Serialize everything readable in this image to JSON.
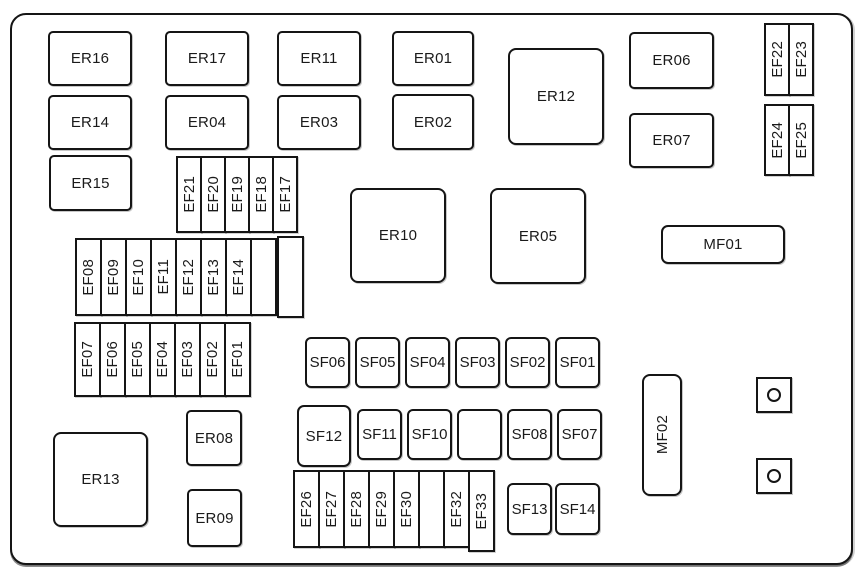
{
  "relays": {
    "er01": "ER01",
    "er02": "ER02",
    "er03": "ER03",
    "er04": "ER04",
    "er05": "ER05",
    "er06": "ER06",
    "er07": "ER07",
    "er08": "ER08",
    "er09": "ER09",
    "er10": "ER10",
    "er11": "ER11",
    "er12": "ER12",
    "er13": "ER13",
    "er14": "ER14",
    "er15": "ER15",
    "er16": "ER16",
    "er17": "ER17"
  },
  "mega_fuses": {
    "mf01": "MF01",
    "mf02": "MF02"
  },
  "fuse_strips": {
    "top": [
      "EF21",
      "EF20",
      "EF19",
      "EF18",
      "EF17"
    ],
    "mid_upper": [
      "EF08",
      "EF09",
      "EF10",
      "EF11",
      "EF12",
      "EF13",
      "EF14",
      ""
    ],
    "mid_lower": [
      "EF07",
      "EF06",
      "EF05",
      "EF04",
      "EF03",
      "EF02",
      "EF01"
    ],
    "pair_upper": [
      "EF22",
      "EF23"
    ],
    "pair_lower": [
      "EF24",
      "EF25"
    ],
    "bottom": [
      "EF26",
      "EF27",
      "EF28",
      "EF29",
      "EF30",
      "",
      "EF32",
      "EF33"
    ]
  },
  "sf_fuses": {
    "row1": [
      "SF06",
      "SF05",
      "SF04",
      "SF03",
      "SF02",
      "SF01"
    ],
    "row2_large": "SF12",
    "row2": [
      "SF11",
      "SF10",
      "",
      "SF08",
      "SF07"
    ],
    "row3": [
      "SF13",
      "SF14"
    ]
  }
}
